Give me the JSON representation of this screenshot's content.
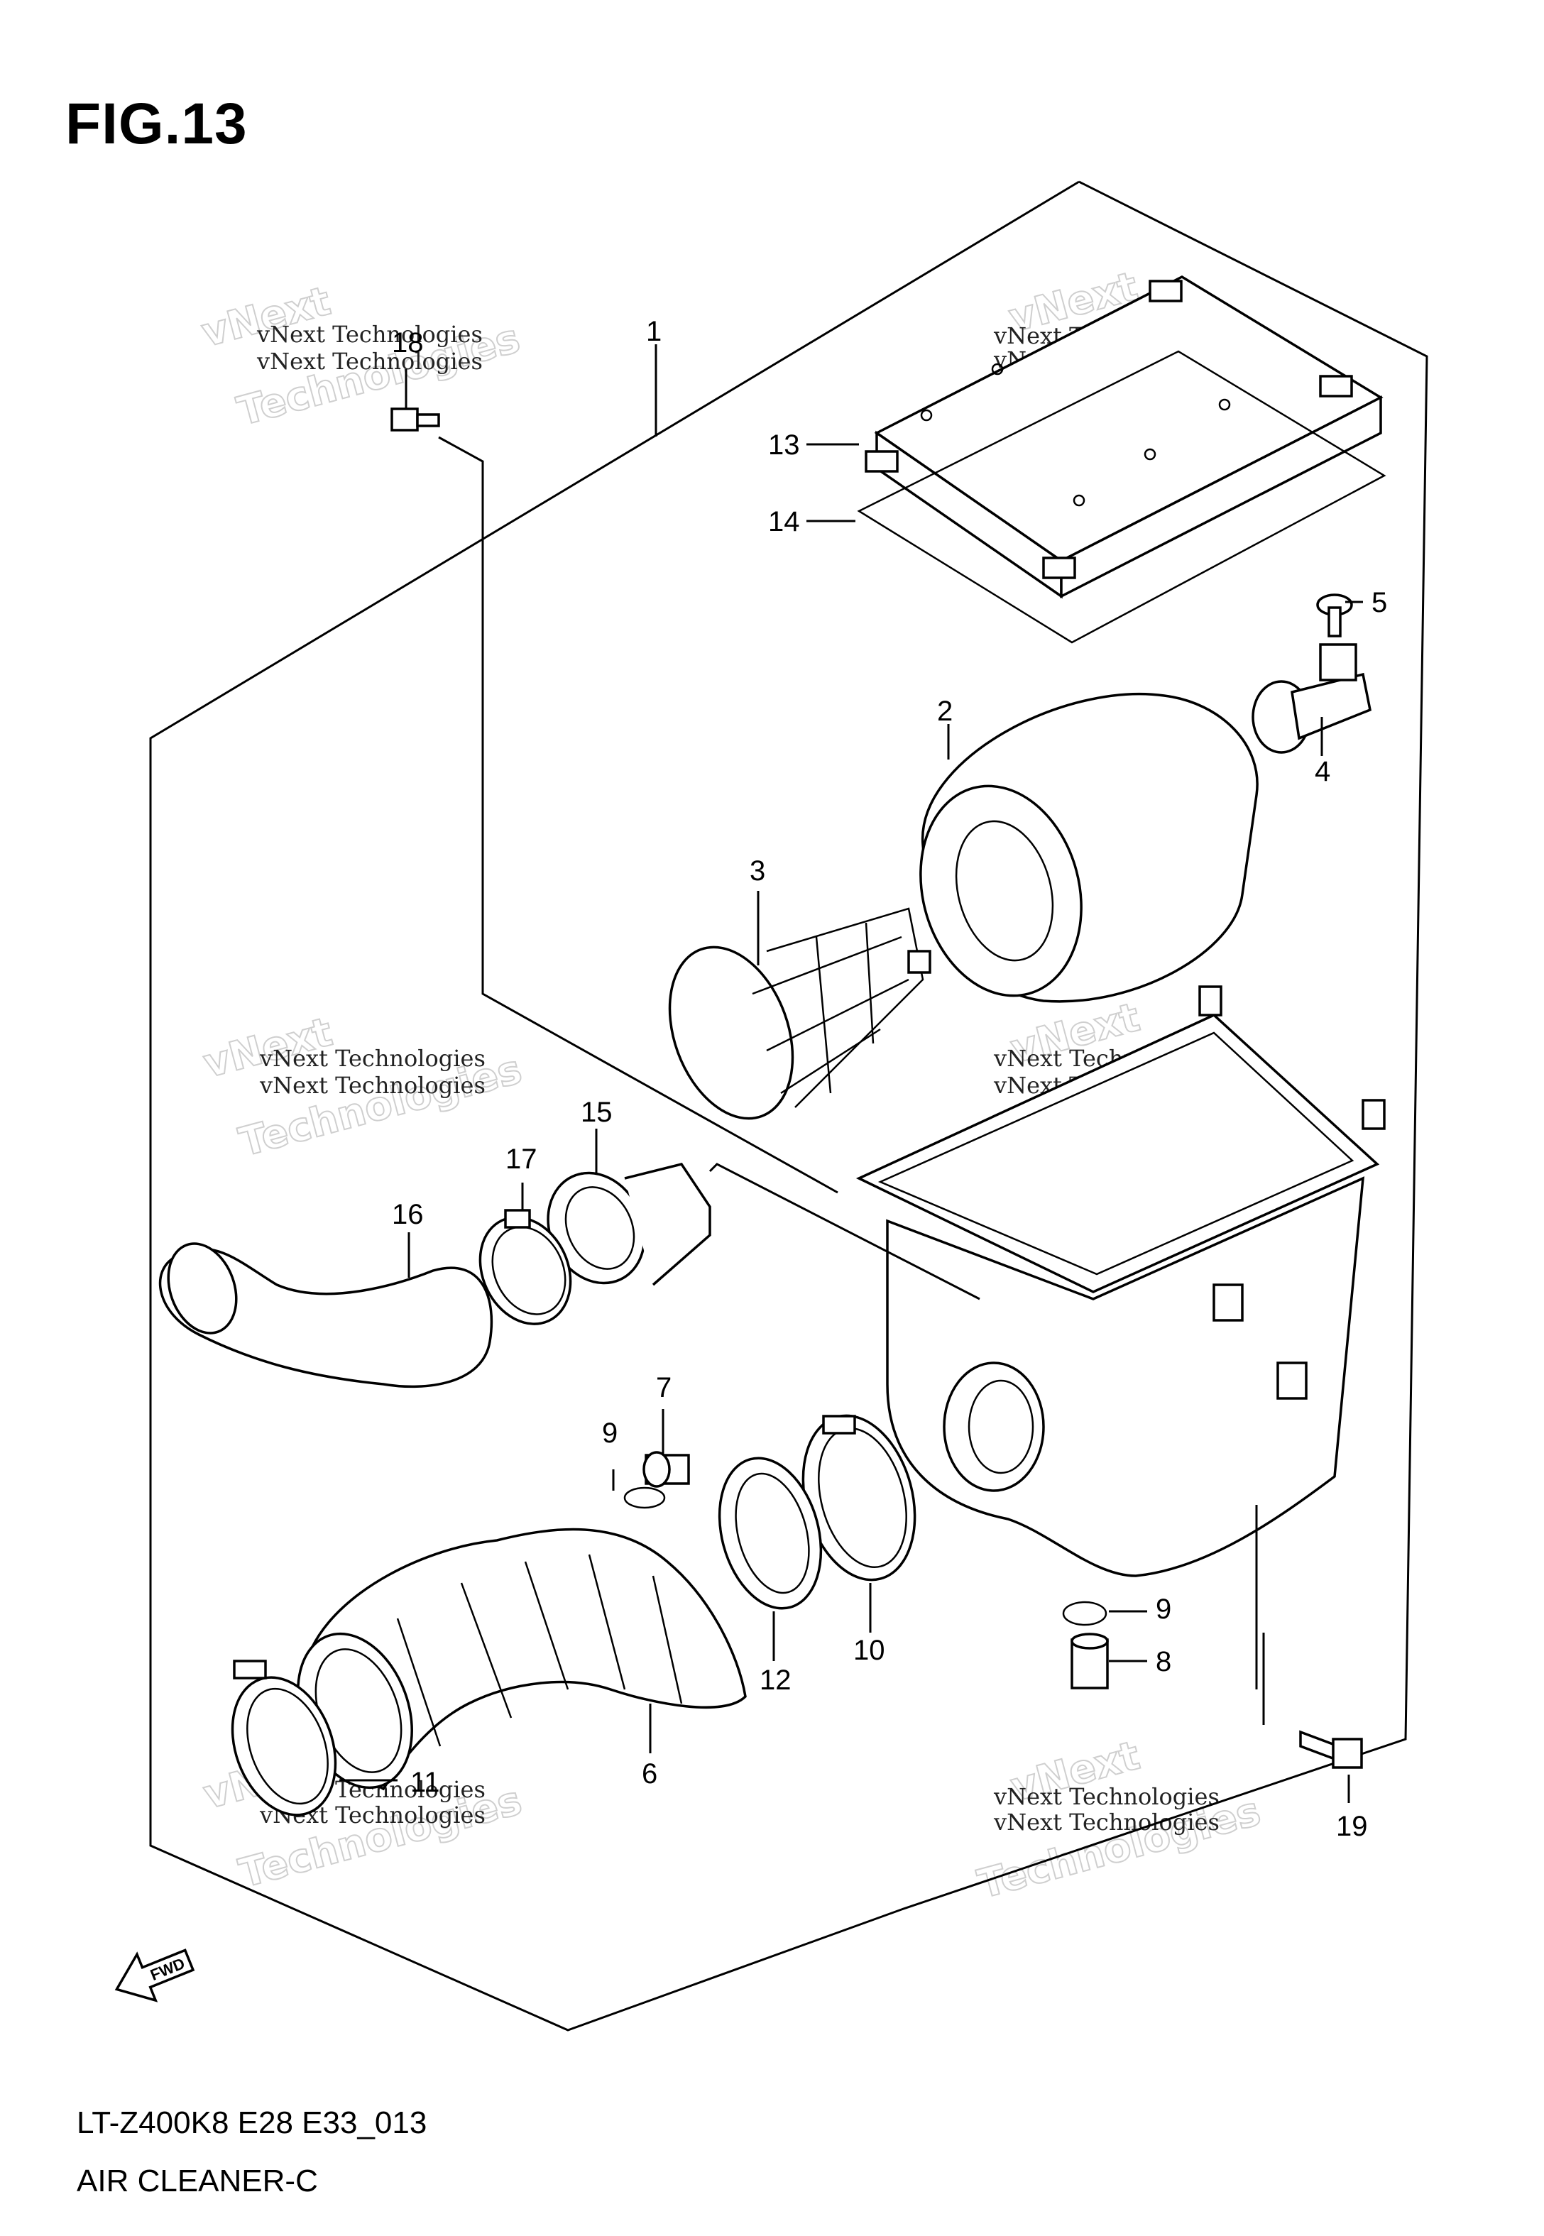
{
  "figure": {
    "title": "FIG.13"
  },
  "footer": {
    "code": "LT-Z400K8 E28 E33_013",
    "name": "AIR CLEANER-C"
  },
  "fwd_label": "FWD",
  "watermark": {
    "line1": "vNext",
    "line2": "Technologies",
    "small": "vNext Technologies"
  },
  "callouts": [
    "1",
    "2",
    "3",
    "4",
    "5",
    "6",
    "7",
    "8",
    "9",
    "9",
    "10",
    "11",
    "12",
    "13",
    "14",
    "15",
    "16",
    "17",
    "18",
    "19"
  ]
}
